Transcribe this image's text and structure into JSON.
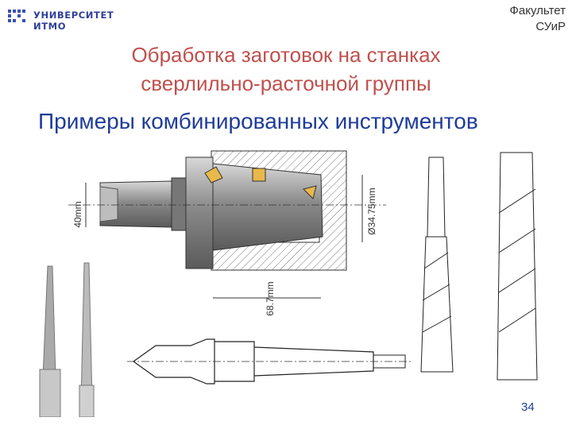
{
  "header": {
    "logo_text": "УНИВЕРСИТЕТ ИТМО",
    "faculty_line1": "Факультет",
    "faculty_line2": "СУиР"
  },
  "slide": {
    "title_line1": "Обработка заготовок на станках",
    "title_line2": "сверлильно-расточной группы",
    "subtitle": "Примеры комбинированных инструментов",
    "number": "34"
  },
  "figures": {
    "boring_bar": {
      "dim_height": "40mm",
      "dim_diameter": "Ø34.75mm",
      "dim_length": "68.7mm"
    },
    "drills_photo": "step-drill-photos",
    "taper_tool": "step-drill-taper-shank-drawing",
    "twist_drills": "combined-twist-drill-drawings"
  },
  "colors": {
    "title": "#c0504d",
    "subtitle": "#1f3d99",
    "logo": "#2f3f9a"
  }
}
